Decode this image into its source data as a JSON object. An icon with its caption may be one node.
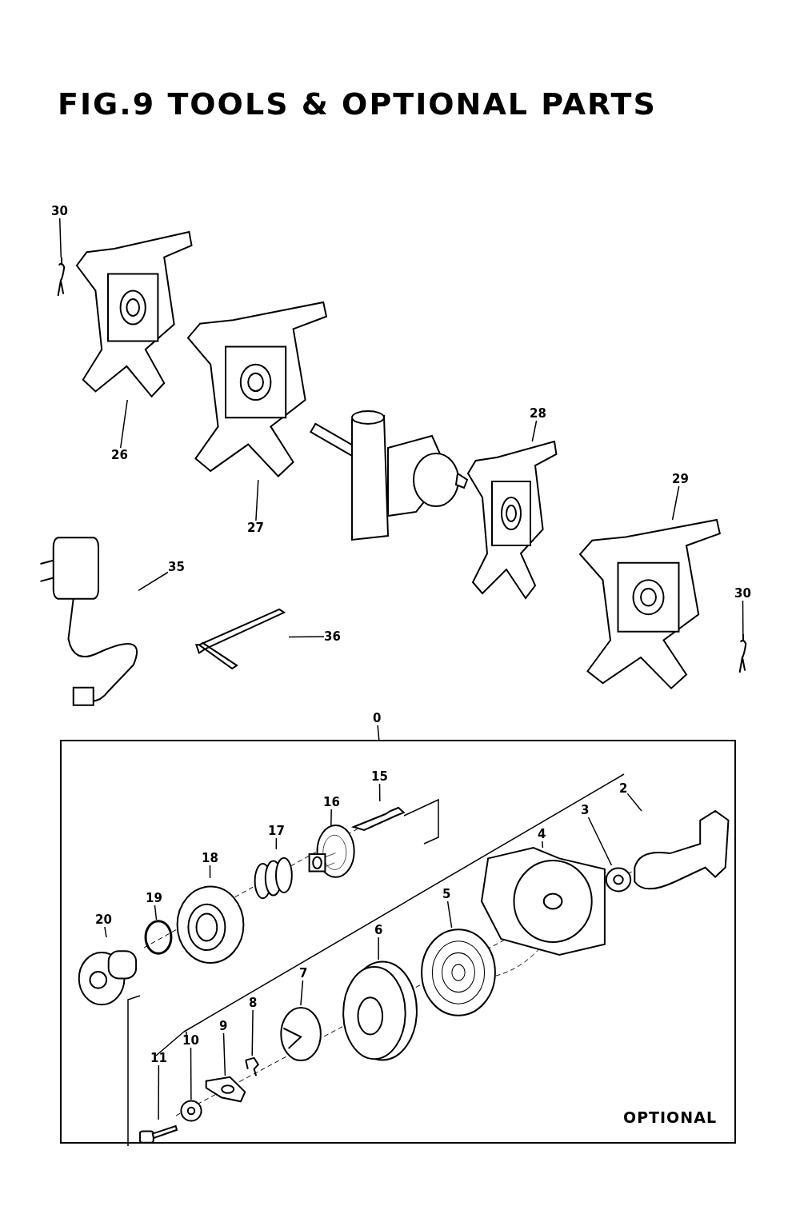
{
  "diagram": {
    "title": "FIG.9 TOOLS & OPTIONAL PARTS",
    "nodes": [
      {
        "text": [
          "30"
        ]
      },
      {
        "text": [],
        "shape": "picture"
      },
      {
        "text": [
          "26"
        ]
      },
      {
        "text": [],
        "shape": "picture"
      },
      {
        "text": [
          "27"
        ]
      },
      {
        "text": [],
        "shape": "picture"
      },
      {
        "text": [
          "28"
        ]
      },
      {
        "text": [],
        "shape": "picture"
      },
      {
        "text": [
          "29"
        ]
      },
      {
        "text": [],
        "shape": "picture"
      },
      {
        "text": [
          "35"
        ]
      },
      {
        "text": [],
        "shape": "picture"
      },
      {
        "text": [
          "36"
        ]
      },
      {
        "text": [],
        "shape": "picture"
      },
      {
        "text": [
          "30"
        ]
      },
      {
        "text": [],
        "shape": "picture"
      },
      {
        "text": [
          "0"
        ]
      },
      {
        "text": [
          "OPTIONAL"
        ]
      },
      {
        "text": [
          "15"
        ],
        "in": 17
      },
      {
        "text": [],
        "shape": "picture",
        "in": 17
      },
      {
        "text": [
          "16"
        ],
        "in": 17
      },
      {
        "text": [],
        "shape": "picture",
        "in": 17
      },
      {
        "text": [
          "17"
        ],
        "in": 17
      },
      {
        "text": [],
        "shape": "picture",
        "in": 17
      },
      {
        "text": [
          "18"
        ],
        "in": 17
      },
      {
        "text": [],
        "shape": "picture",
        "in": 17
      },
      {
        "text": [
          "19"
        ],
        "in": 17
      },
      {
        "text": [],
        "shape": "circle",
        "in": 17
      },
      {
        "text": [
          "20"
        ],
        "in": 17
      },
      {
        "text": [],
        "shape": "picture",
        "in": 17
      },
      {
        "text": [
          "2"
        ],
        "in": 17
      },
      {
        "text": [],
        "shape": "picture",
        "in": 17
      },
      {
        "text": [
          "3"
        ],
        "in": 17
      },
      {
        "text": [],
        "shape": "picture",
        "in": 17
      },
      {
        "text": [
          "4"
        ],
        "in": 17
      },
      {
        "text": [],
        "shape": "picture",
        "in": 17
      },
      {
        "text": [
          "5"
        ],
        "in": 17
      },
      {
        "text": [],
        "shape": "picture",
        "in": 17
      },
      {
        "text": [
          "6"
        ],
        "in": 17
      },
      {
        "text": [],
        "shape": "picture",
        "in": 17
      },
      {
        "text": [
          "7"
        ],
        "in": 17
      },
      {
        "text": [],
        "shape": "picture",
        "in": 17
      },
      {
        "text": [
          "8"
        ],
        "in": 17
      },
      {
        "text": [],
        "shape": "picture",
        "in": 17
      },
      {
        "text": [
          "9"
        ],
        "in": 17
      },
      {
        "text": [],
        "shape": "picture",
        "in": 17
      },
      {
        "text": [
          "10"
        ],
        "in": 17
      },
      {
        "text": [],
        "shape": "picture",
        "in": 17
      },
      {
        "text": [
          "11"
        ],
        "in": 17
      },
      {
        "text": [],
        "shape": "picture",
        "in": 17
      }
    ],
    "edges": [
      {
        "from": 0,
        "to": 1,
        "arrow": "none"
      },
      {
        "from": 2,
        "to": 3,
        "arrow": "none"
      },
      {
        "from": 4,
        "to": 5,
        "arrow": "none"
      },
      {
        "from": 6,
        "to": 7,
        "arrow": "none"
      },
      {
        "from": 8,
        "to": 9,
        "arrow": "none"
      },
      {
        "from": 10,
        "to": 11,
        "arrow": "none"
      },
      {
        "from": 12,
        "to": 13,
        "arrow": "none"
      },
      {
        "from": 14,
        "to": 15,
        "arrow": "none"
      },
      {
        "from": 16,
        "to": 17,
        "arrow": "none"
      },
      {
        "from": 18,
        "to": 19,
        "arrow": "none"
      },
      {
        "from": 20,
        "to": 21,
        "arrow": "none"
      },
      {
        "from": 22,
        "to": 23,
        "arrow": "none"
      },
      {
        "from": 24,
        "to": 25,
        "arrow": "none"
      },
      {
        "from": 26,
        "to": 27,
        "arrow": "none"
      },
      {
        "from": 28,
        "to": 29,
        "arrow": "none"
      },
      {
        "from": 30,
        "to": 31,
        "arrow": "none"
      },
      {
        "from": 32,
        "to": 33,
        "arrow": "none"
      },
      {
        "from": 34,
        "to": 35,
        "arrow": "none"
      },
      {
        "from": 36,
        "to": 37,
        "arrow": "none"
      },
      {
        "from": 38,
        "to": 39,
        "arrow": "none"
      },
      {
        "from": 40,
        "to": 41,
        "arrow": "none"
      },
      {
        "from": 42,
        "to": 43,
        "arrow": "none"
      },
      {
        "from": 44,
        "to": 45,
        "arrow": "none"
      },
      {
        "from": 46,
        "to": 47,
        "arrow": "none"
      },
      {
        "from": 48,
        "to": 49,
        "arrow": "none"
      }
    ]
  }
}
